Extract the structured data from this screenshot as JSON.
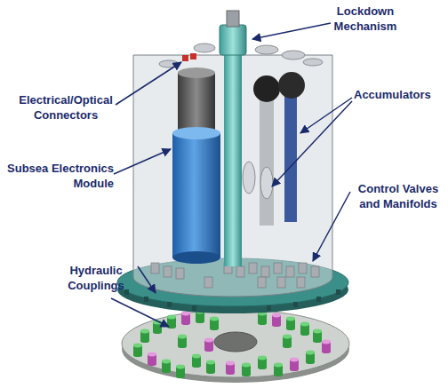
{
  "diagram": {
    "labels": [
      "Lockdown Mechanism",
      "Electrical/Optical Connectors",
      "Accumulators",
      "Subsea Electronics Module",
      "Control Valves and Manifolds",
      "Hydraulic Couplings"
    ]
  }
}
